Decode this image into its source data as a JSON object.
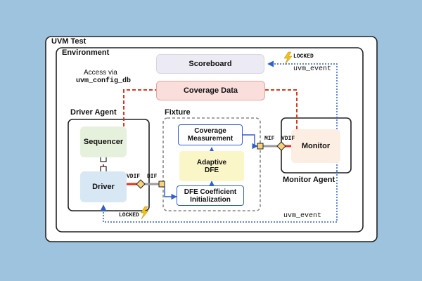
{
  "test_title": "UVM Test",
  "environment_title": "Environment",
  "fixture_title": "Fixture",
  "driver_agent_title": "Driver Agent",
  "monitor_agent_title": "Monitor Agent",
  "access_note_line1": "Access via",
  "access_note_line2": "uvm_config_db",
  "scoreboard": "Scoreboard",
  "coverage_data": "Coverage Data",
  "sequencer": "Sequencer",
  "driver": "Driver",
  "monitor": "Monitor",
  "coverage_measurement_line1": "Coverage",
  "coverage_measurement_line2": "Measurement",
  "adaptive_dfe_line1": "Adaptive",
  "adaptive_dfe_line2": "DFE",
  "dfe_init_line1": "DFE Coefficient",
  "dfe_init_line2": "Initialization",
  "port_vdif_driver": "VDIF",
  "port_dif": "DIF",
  "port_mif": "MIF",
  "port_vdif_monitor": "VDIF",
  "locked_top": "LOCKED",
  "uvm_event_top": "uvm_event",
  "locked_bottom": "LOCKED",
  "uvm_event_bottom": "uvm_event",
  "colors": {
    "background": "#9ec3df",
    "event_line": "#2f5fd0",
    "config_line": "#e0321f",
    "lightning": "#f2c21a"
  }
}
